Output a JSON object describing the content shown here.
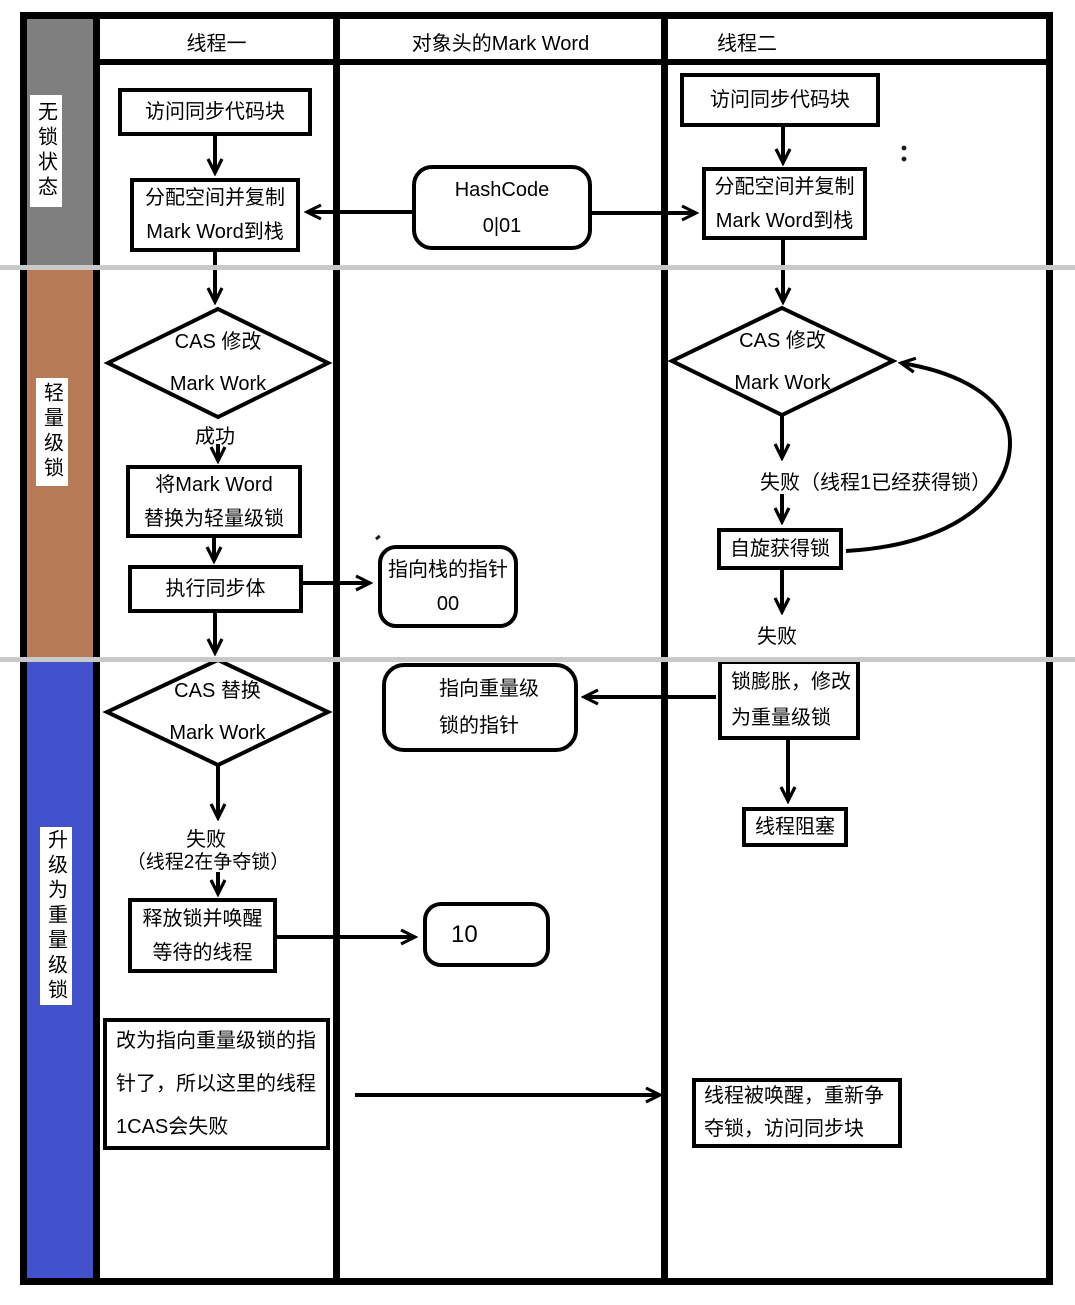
{
  "header": {
    "col_thread1": "线程一",
    "col_markword": "对象头的Mark Word",
    "col_thread2": "线程二"
  },
  "sections": [
    {
      "label": "无锁状态",
      "color": "#7f7f7f"
    },
    {
      "label": "轻量级锁",
      "color": "#b87b57"
    },
    {
      "label": "升级为重量级锁",
      "color": "#4150cb"
    }
  ],
  "divider_color": "#c9c9c9",
  "thread1": {
    "access_sync_block": "访问同步代码块",
    "alloc_copy_line1": "分配空间并复制",
    "alloc_copy_line2": "Mark Word到栈",
    "cas_modify_line1": "CAS 修改",
    "cas_modify_line2": "Mark Work",
    "success_label": "成功",
    "replace_light_line1": "将Mark Word",
    "replace_light_line2": "替换为轻量级锁",
    "execute_sync_body": "执行同步体",
    "cas_replace_line1": "CAS 替换",
    "cas_replace_line2": "Mark Work",
    "fail_label": "失败",
    "fail_reason": "（线程2在争夺锁）",
    "release_wake_line1": "释放锁并唤醒",
    "release_wake_line2": "等待的线程",
    "note_line1": "改为指向重量级锁的指",
    "note_line2": "针了，所以这里的线程",
    "note_line3": "1CAS会失败"
  },
  "markword": {
    "hashcode_line1": "HashCode",
    "hashcode_line2": "0|01",
    "stack_ptr_line1": "指向栈的指针",
    "stack_ptr_line2": "00",
    "heavy_ptr_line1": "指向重量级",
    "heavy_ptr_line2": "锁的指针",
    "heavy_bits": "10"
  },
  "thread2": {
    "access_sync_block": "访问同步代码块",
    "alloc_copy_line1": "分配空间并复制",
    "alloc_copy_line2": "Mark Word到栈",
    "cas_modify_line1": "CAS 修改",
    "cas_modify_line2": "Mark Work",
    "fail_thread1_locked": "失败（线程1已经获得锁）",
    "spin_acquire": "自旋获得锁",
    "fail_label": "失败",
    "inflate_line1": "锁膨胀，修改",
    "inflate_line2": "为重量级锁",
    "thread_block": "线程阻塞",
    "wake_line1": "线程被唤醒，重新争",
    "wake_line2": "夺锁，访问同步块"
  }
}
